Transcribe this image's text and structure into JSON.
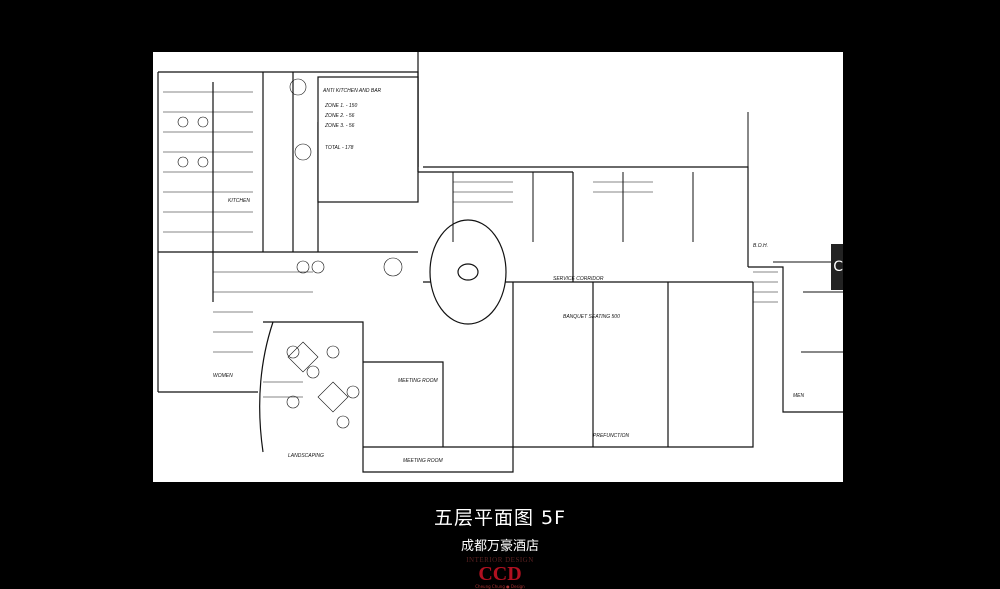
{
  "slide": {
    "title": "五层平面图  5F",
    "subtitle": "成都万豪酒店",
    "logo": {
      "tagline": "INTERIOR DESIGN",
      "mark": "CCD",
      "credit": "Cheung Chung ● Design"
    },
    "side_tab": "C"
  },
  "plan": {
    "labels": {
      "kitchen": "KITCHEN",
      "table_title": "ANTI KITCHEN AND BAR",
      "zone1": "ZONE 1. - 150",
      "zone2": "ZONE 2. - 56",
      "zone3": "ZONE 3. - 56",
      "total": "TOTAL - 178",
      "banquet": "BANQUET SEATING 500",
      "prefunction": "PREFUNCTION",
      "meeting1": "MEETING ROOM",
      "meeting2": "MEETING ROOM",
      "landscaping": "LANDSCAPING",
      "boh": "B.O.H.",
      "service": "SERVICE CORRIDOR",
      "men": "MEN",
      "women": "WOMEN"
    }
  }
}
